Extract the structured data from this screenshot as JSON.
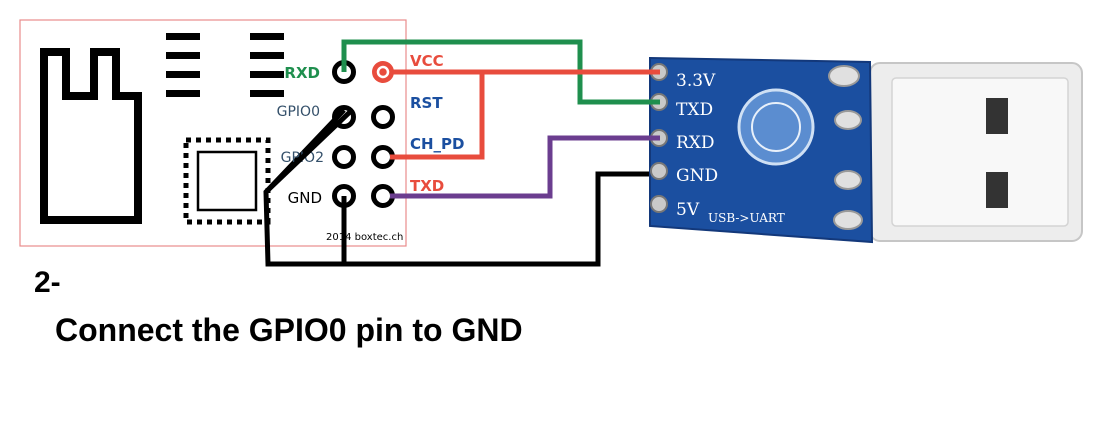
{
  "esp_module": {
    "pin_labels": {
      "rxd": "RXD",
      "gpio0": "GPIO0",
      "gpio2": "GPIO2",
      "gnd": "GND",
      "vcc": "VCC",
      "rst": "RST",
      "ch_pd": "CH_PD",
      "txd": "TXD"
    },
    "copyright": "2014 boxtec.ch"
  },
  "usb_adapter": {
    "pin_labels": {
      "v33": "3.3V",
      "txd": "TXD",
      "rxd": "RXD",
      "gnd": "GND",
      "v5": "5V"
    },
    "caption": "USB->UART"
  },
  "colors": {
    "green_wire": "#1f8f4e",
    "red_wire": "#e84c3d",
    "purple_wire": "#6b3d8f",
    "black_wire": "#000000",
    "board_blue": "#1b4fa0",
    "esp_outline": "#e88c8c"
  },
  "instruction": {
    "step": "2-",
    "text": "Connect the GPIO0 pin to GND"
  }
}
